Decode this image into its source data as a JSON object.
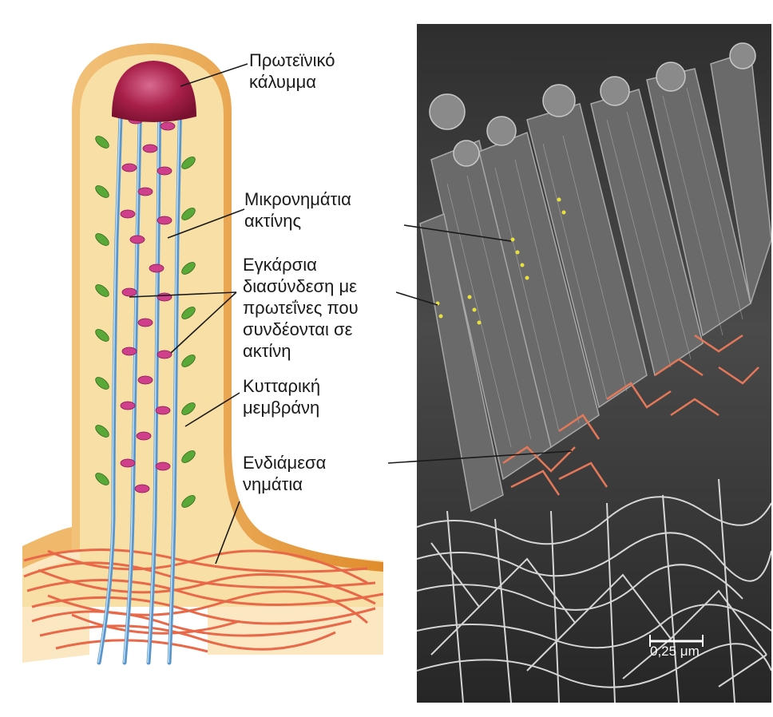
{
  "labels": {
    "cap": [
      "Πρωτεϊνικό",
      "κάλυμμα"
    ],
    "actin": [
      "Μικρονημάτια",
      "ακτίνης"
    ],
    "crosslink": [
      "Εγκάρσια",
      "διασύνδεση με",
      "πρωτεΐνες που",
      "συνδέονται σε",
      "ακτίνη"
    ],
    "membrane": [
      "Κυτταρική",
      "μεμβράνη"
    ],
    "intermediate": [
      "Ενδιάμεσα",
      "νημάτια"
    ]
  },
  "micrograph": {
    "scale_bar": "0,25 μm"
  },
  "colors": {
    "membrane_orange": "#e8a24a",
    "cytoplasm": "#f7dfa6",
    "cap": "#a8204a",
    "actin": "#6fa8d8",
    "crosslink_pink": "#cf3f8c",
    "crosslink_green": "#5aa838",
    "intermediate_filaments": "#e86848",
    "micrograph_bg": "#3a3a3a"
  }
}
